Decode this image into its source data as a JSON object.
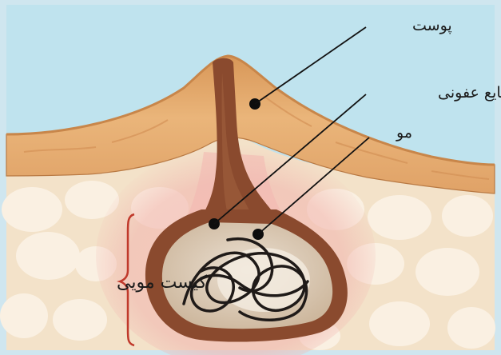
{
  "labels": {
    "skin": "پوست",
    "infected_fluid": "مایع عفونی",
    "hair": "مو",
    "pilonidal_cyst": "کیست مویی"
  },
  "colors": {
    "frame": "#cfe6ef",
    "sky": "#bfe3ee",
    "skin_surface": "#e0a86a",
    "skin_highlight": "#f0c58d",
    "subcutaneous": "#f3e2c9",
    "fat_blob": "#faf0e2",
    "cyst_wall": "#8a4a2e",
    "cyst_inner": "#d9c8b3",
    "inflammation": "#f2b7b0",
    "bracket": "#c0392b",
    "leader_line": "#111111"
  }
}
